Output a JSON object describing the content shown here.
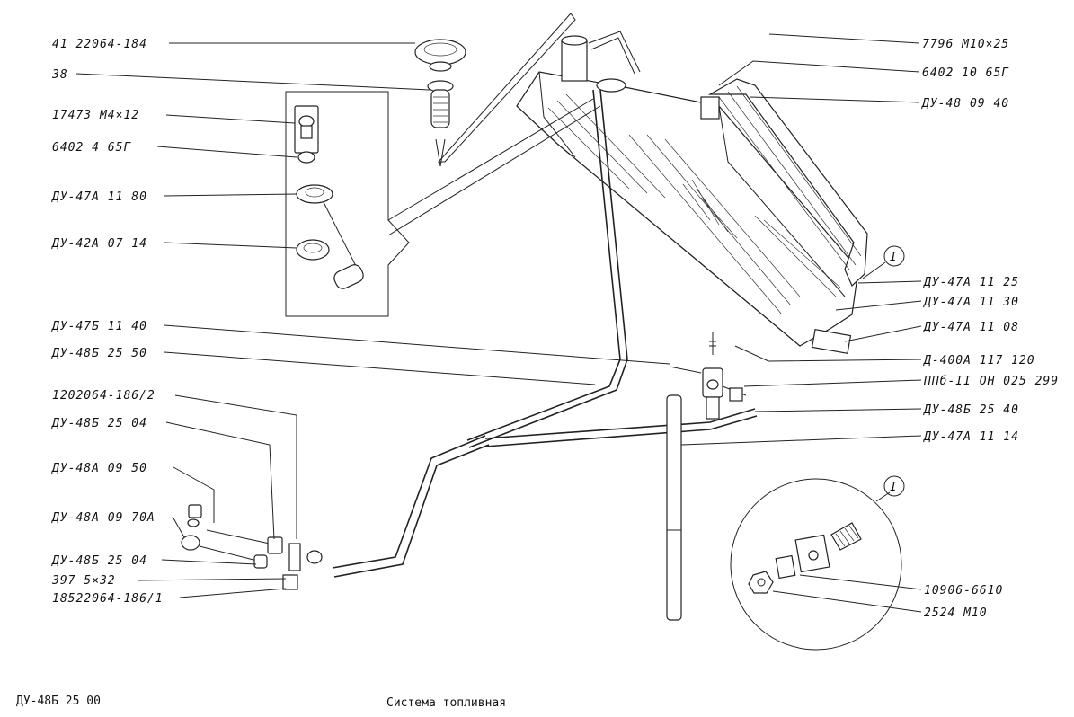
{
  "labels_left": [
    "41 22064-184",
    "38",
    "17473 М4×12",
    "6402 4 65Г",
    "ДУ-47А 11 80",
    "ДУ-42А 07 14",
    "ДУ-47Б 11 40",
    "ДУ-48Б 25 50",
    "1202064-186/2",
    "ДУ-48Б 25 04",
    "ДУ-48А 09 50",
    "ДУ-48А 09 70А",
    "ДУ-48Б 25 04",
    "397 5×32",
    "18522064-186/1"
  ],
  "labels_right": [
    "7796 М10×25",
    "6402 10 65Г",
    "ДУ-48 09 40",
    "ДУ-47А 11 25",
    "ДУ-47А 11 30",
    "ДУ-47А 11 08",
    "Д-400А 117 120",
    "ППб-II ОН 025 299",
    "ДУ-48Б 25 40",
    "ДУ-47А 11 14"
  ],
  "detail_labels": [
    "10906-6610",
    "2524 М10"
  ],
  "detail_marker": "I",
  "footer": {
    "code": "ДУ-48Б 25 00",
    "title": "Система топливная"
  }
}
